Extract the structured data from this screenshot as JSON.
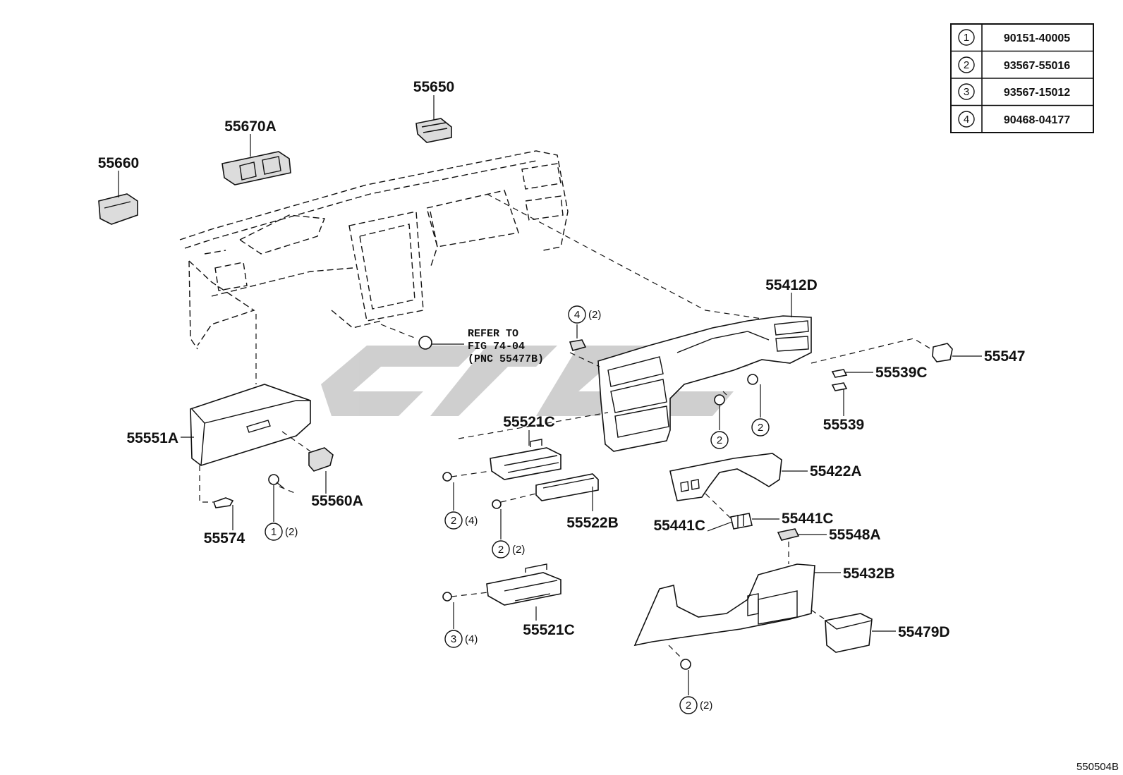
{
  "parts_table": [
    {
      "ref": "1",
      "part_no": "90151-40005"
    },
    {
      "ref": "2",
      "part_no": "93567-55016"
    },
    {
      "ref": "3",
      "part_no": "93567-15012"
    },
    {
      "ref": "4",
      "part_no": "90468-04177"
    }
  ],
  "labels": {
    "p55650": "55650",
    "p55670A": "55670A",
    "p55660": "55660",
    "p55412D": "55412D",
    "p55547": "55547",
    "p55539C": "55539C",
    "p55539": "55539",
    "p55551A": "55551A",
    "p55560A": "55560A",
    "p55574": "55574",
    "p55521C_top": "55521C",
    "p55522B": "55522B",
    "p55521C_bottom": "55521C",
    "p55422A": "55422A",
    "p55441C_left": "55441C",
    "p55441C_right": "55441C",
    "p55548A": "55548A",
    "p55432B": "55432B",
    "p55479D": "55479D"
  },
  "refer_note": [
    "REFER TO",
    "FIG 74-04",
    "(PNC 55477B)"
  ],
  "callouts": [
    {
      "num": "4",
      "qty": "(2)"
    },
    {
      "num": "2",
      "qty": ""
    },
    {
      "num": "2",
      "qty": ""
    },
    {
      "num": "1",
      "qty": "(2)"
    },
    {
      "num": "2",
      "qty": "(4)"
    },
    {
      "num": "2",
      "qty": "(2)"
    },
    {
      "num": "3",
      "qty": "(4)"
    },
    {
      "num": "2",
      "qty": "(2)"
    }
  ],
  "figure_id": "550504B"
}
